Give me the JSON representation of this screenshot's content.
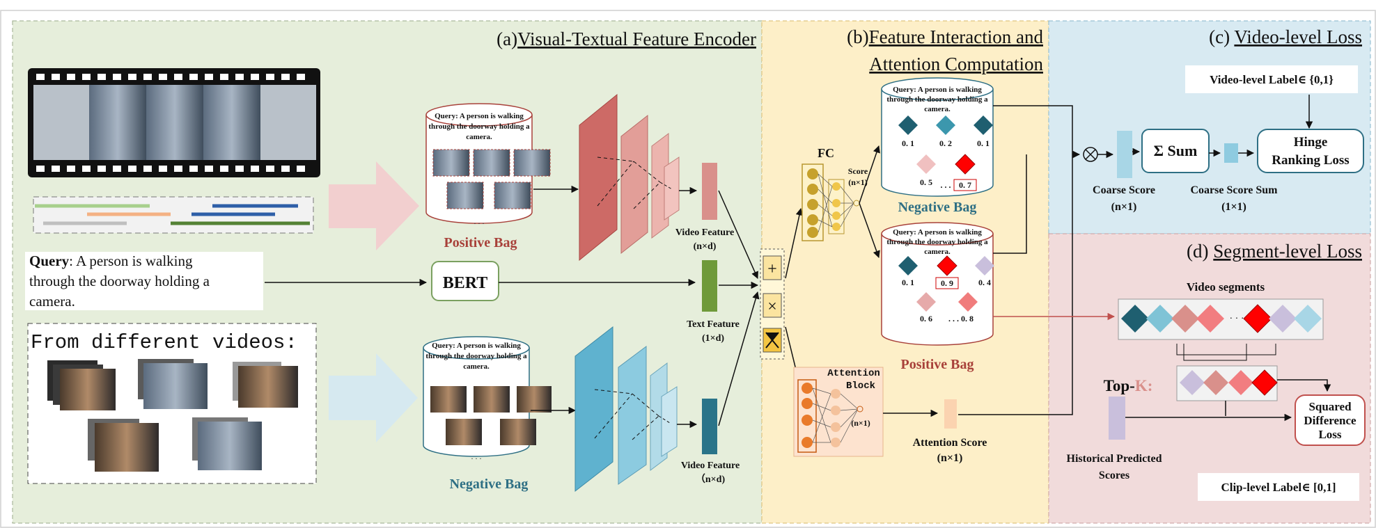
{
  "sections": {
    "a": {
      "prefix": "(a)",
      "title": "Visual-Textual Feature Encoder"
    },
    "b": {
      "prefix": "(b)",
      "title_line1": "Feature Interaction and",
      "title_line2": "Attention Computation"
    },
    "c": {
      "prefix": "(c) ",
      "title": "Video-level Loss"
    },
    "d": {
      "prefix": "(d) ",
      "title": "Segment-level Loss"
    }
  },
  "query": {
    "label": "Query",
    "text_line1": ": A person is walking",
    "text_line2": "through the doorway holding a",
    "text_line3": "camera."
  },
  "bag_query": {
    "line1": "Query: A person is walking",
    "line2": "through the doorway holding a",
    "line3": "camera."
  },
  "from_different_videos": "From different videos:",
  "ellipsis": ". . .",
  "bert": "BERT",
  "positive_bag": "Positive Bag",
  "negative_bag": "Negative Bag",
  "video_feature": "Video Feature",
  "video_feature_dim": "(n×d)",
  "video_feature_dim_2": "（n×d)",
  "text_feature": "Text Feature",
  "text_feature_dim": "(1×d)",
  "fc": "FC",
  "score": "Score",
  "score_dim": "(n×1)",
  "attention_block_1": "Attention",
  "attention_block_2": "Block",
  "attention_dim": "(n×1)",
  "attention_score": "Attention Score",
  "attention_score_dim": "(n×1)",
  "neg_scores": [
    "0. 1",
    "0. 2",
    "0. 1",
    "0. 5",
    ". . .",
    "0. 7"
  ],
  "pos_scores": [
    "0. 1",
    "0. 9",
    "0. 4",
    "0. 6",
    ". . . 0. 8"
  ],
  "video_level_label": "Video-level Label∈ {0,1}",
  "sum": "Σ Sum",
  "hinge_1": "Hinge",
  "hinge_2": "Ranking Loss",
  "coarse_score": "Coarse Score",
  "coarse_score_dim": "(n×1)",
  "coarse_score_sum": "Coarse Score Sum",
  "coarse_score_sum_dim": "(1×1)",
  "video_segments": "Video segments",
  "segments_ellipsis": "· · ·",
  "top_k_prefix": "Top-",
  "top_k_k": "K:",
  "squared_1": "Squared",
  "squared_2": "Difference",
  "squared_3": "Loss",
  "historical_1": "Historical Predicted",
  "historical_2": "Scores",
  "clip_level_label": "Clip-level Label∈ [0,1]",
  "op_plus": "+",
  "op_times": "×",
  "op_otimes": "⊗",
  "colors": {
    "panel_a": "#e6eedb",
    "panel_b": "#fdefc8",
    "panel_c": "#d8eaf2",
    "panel_d": "#f1dbdb",
    "positive_red": "#a8413a",
    "negative_teal": "#2e6f84"
  }
}
